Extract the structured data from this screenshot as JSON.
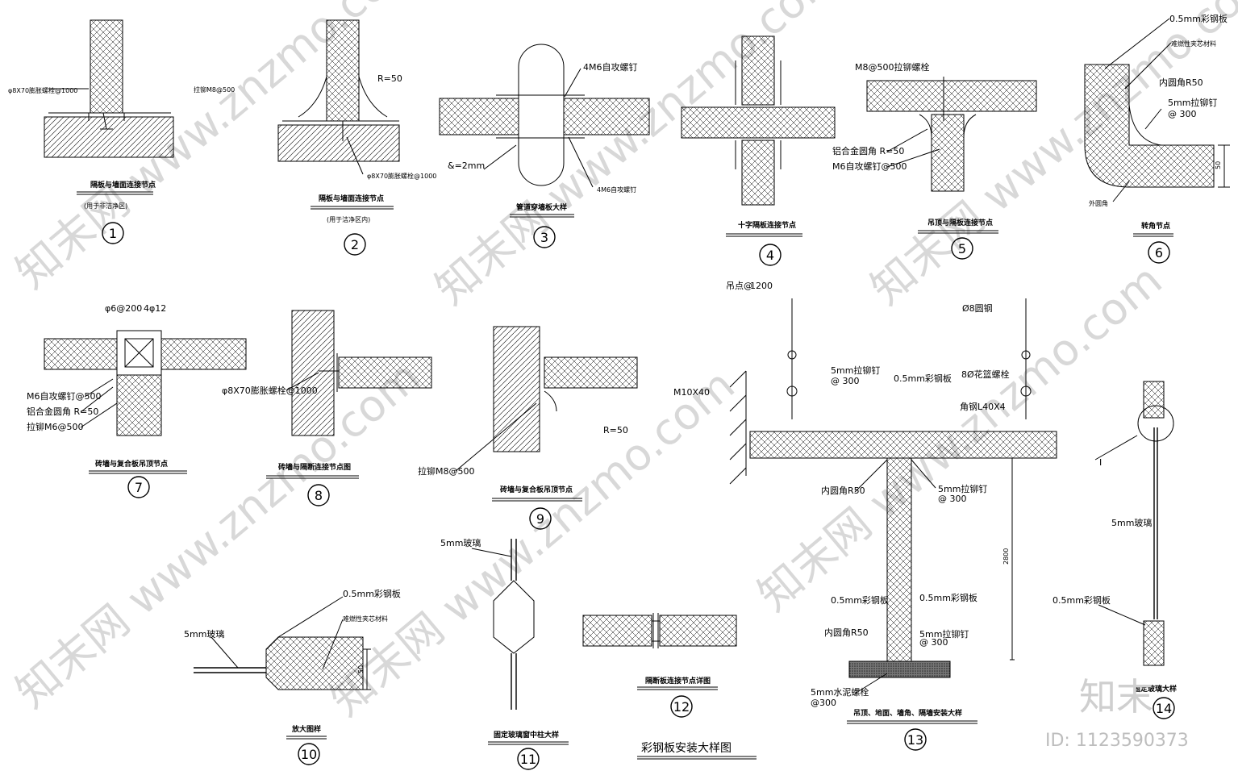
{
  "drawing_title": "彩钢板安装大样图",
  "watermark": {
    "brand": "知末",
    "id_text": "ID: 1123590373",
    "text": "知末网 www.znzmo.com"
  },
  "details": [
    {
      "num": "1",
      "title": "隔板与墙面连接节点",
      "subtitle": "(用于非洁净区)",
      "labels": [
        "φ8X70膨胀螺栓@1000"
      ]
    },
    {
      "num": "2",
      "title": "隔板与墙面连接节点",
      "subtitle": "(用于洁净区内)",
      "labels": [
        "拉铆M8@500",
        "R=50",
        "φ8X70膨胀螺栓@1000"
      ]
    },
    {
      "num": "3",
      "title": "管道穿墙板大样",
      "labels": [
        "4M6自攻螺钉",
        "&=2mm",
        "4M6自攻螺钉"
      ]
    },
    {
      "num": "4",
      "title": "十字隔板连接节点",
      "labels": []
    },
    {
      "num": "5",
      "title": "吊顶与隔板连接节点",
      "labels": [
        "M8@500拉铆螺栓",
        "铝合金圆角 R=50",
        "M6自攻螺钉@500"
      ]
    },
    {
      "num": "6",
      "title": "转角节点",
      "labels": [
        "0.5mm彩钢板",
        "难燃性夹芯材料",
        "内圆角R50",
        "5mm拉铆钉",
        "@ 300",
        "外圆角",
        "50"
      ]
    },
    {
      "num": "7",
      "title": "砖墙与复合板吊顶节点",
      "labels": [
        "φ6@200",
        "4φ12",
        "M6自攻螺钉@500",
        "铝合金圆角 R=50",
        "拉铆M6@500"
      ]
    },
    {
      "num": "8",
      "title": "砖墙与隔断连接节点图",
      "labels": [
        "φ8X70膨胀螺栓@1000"
      ]
    },
    {
      "num": "9",
      "title": "砖墙与复合板吊顶节点",
      "labels": [
        "拉铆M8@500",
        "R=50"
      ]
    },
    {
      "num": "10",
      "title": "放大图样",
      "labels": [
        "5mm玻璃",
        "0.5mm彩钢板",
        "难燃性夹芯材料",
        "50"
      ]
    },
    {
      "num": "11",
      "title": "固定玻璃窗中柱大样",
      "labels": [
        "5mm玻璃"
      ]
    },
    {
      "num": "12",
      "title": "隔断板连接节点详图",
      "labels": []
    },
    {
      "num": "13",
      "title": "吊顶、地面、墙角、隔墙安装大样",
      "labels": [
        "吊点@",
        "1200",
        "M10X40",
        "5mm拉铆钉",
        "@  300",
        "0.5mm彩钢板",
        "Ø8圆钢",
        "8Ø花篮螺栓",
        "角钢L40X4",
        "内圆角R50",
        "5mm拉铆钉",
        "@  300",
        "2800",
        "0.5mm彩钢板",
        "0.5mm彩钢板",
        "内圆角R50",
        "5mm拉铆钉",
        "@  300",
        "5mm水泥螺栓",
        "@300"
      ]
    },
    {
      "num": "14",
      "title": "固定玻璃大样",
      "labels": [
        "I",
        "5mm玻璃",
        "0.5mm彩钢板"
      ]
    }
  ]
}
